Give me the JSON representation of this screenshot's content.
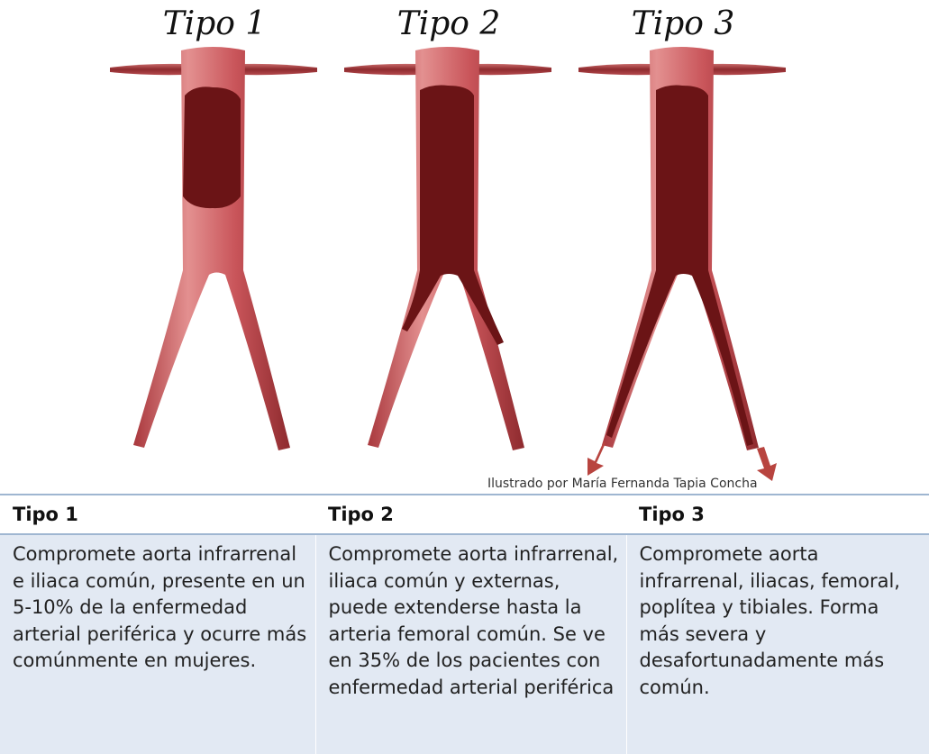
{
  "illustration": {
    "titles": [
      "Tipo 1",
      "Tipo 2",
      "Tipo 3"
    ],
    "credit": "Ilustrado por María Fernanda Tapia Concha",
    "colors": {
      "vessel": "#c9555a",
      "vessel_light": "#e08a8a",
      "vessel_dark": "#8e2a2e",
      "occlusion": "#6b1416",
      "arrow": "#b8443f"
    }
  },
  "table": {
    "headers": [
      "Tipo 1",
      "Tipo 2",
      "Tipo 3"
    ],
    "descriptions": [
      "Compromete aorta infrarrenal e iliaca común, presente en un 5-10% de la enfermedad arterial periférica y ocurre más comúnmente en mujeres.",
      "Compromete aorta infrarrenal, iliaca común y externas, puede extenderse hasta la arteria femoral común. Se ve en 35% de los pacientes con enfermedad arterial periférica",
      "Compromete aorta infrarrenal, iliacas, femoral, poplítea y tibiales. Forma más severa y desafortunadamente más común."
    ]
  }
}
